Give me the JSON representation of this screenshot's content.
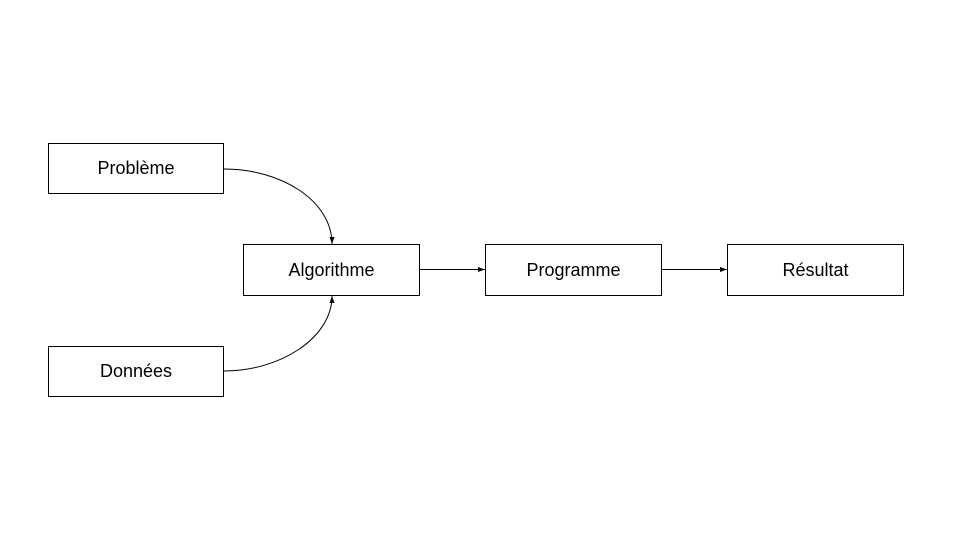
{
  "diagram": {
    "nodes": {
      "probleme": {
        "label": "Problème"
      },
      "donnees": {
        "label": "Données"
      },
      "algorithme": {
        "label": "Algorithme"
      },
      "programme": {
        "label": "Programme"
      },
      "resultat": {
        "label": "Résultat"
      }
    },
    "edges": [
      {
        "from": "Problème",
        "to": "Algorithme"
      },
      {
        "from": "Données",
        "to": "Algorithme"
      },
      {
        "from": "Algorithme",
        "to": "Programme"
      },
      {
        "from": "Programme",
        "to": "Résultat"
      }
    ],
    "colors": {
      "stroke": "#000000",
      "background": "#ffffff"
    }
  }
}
